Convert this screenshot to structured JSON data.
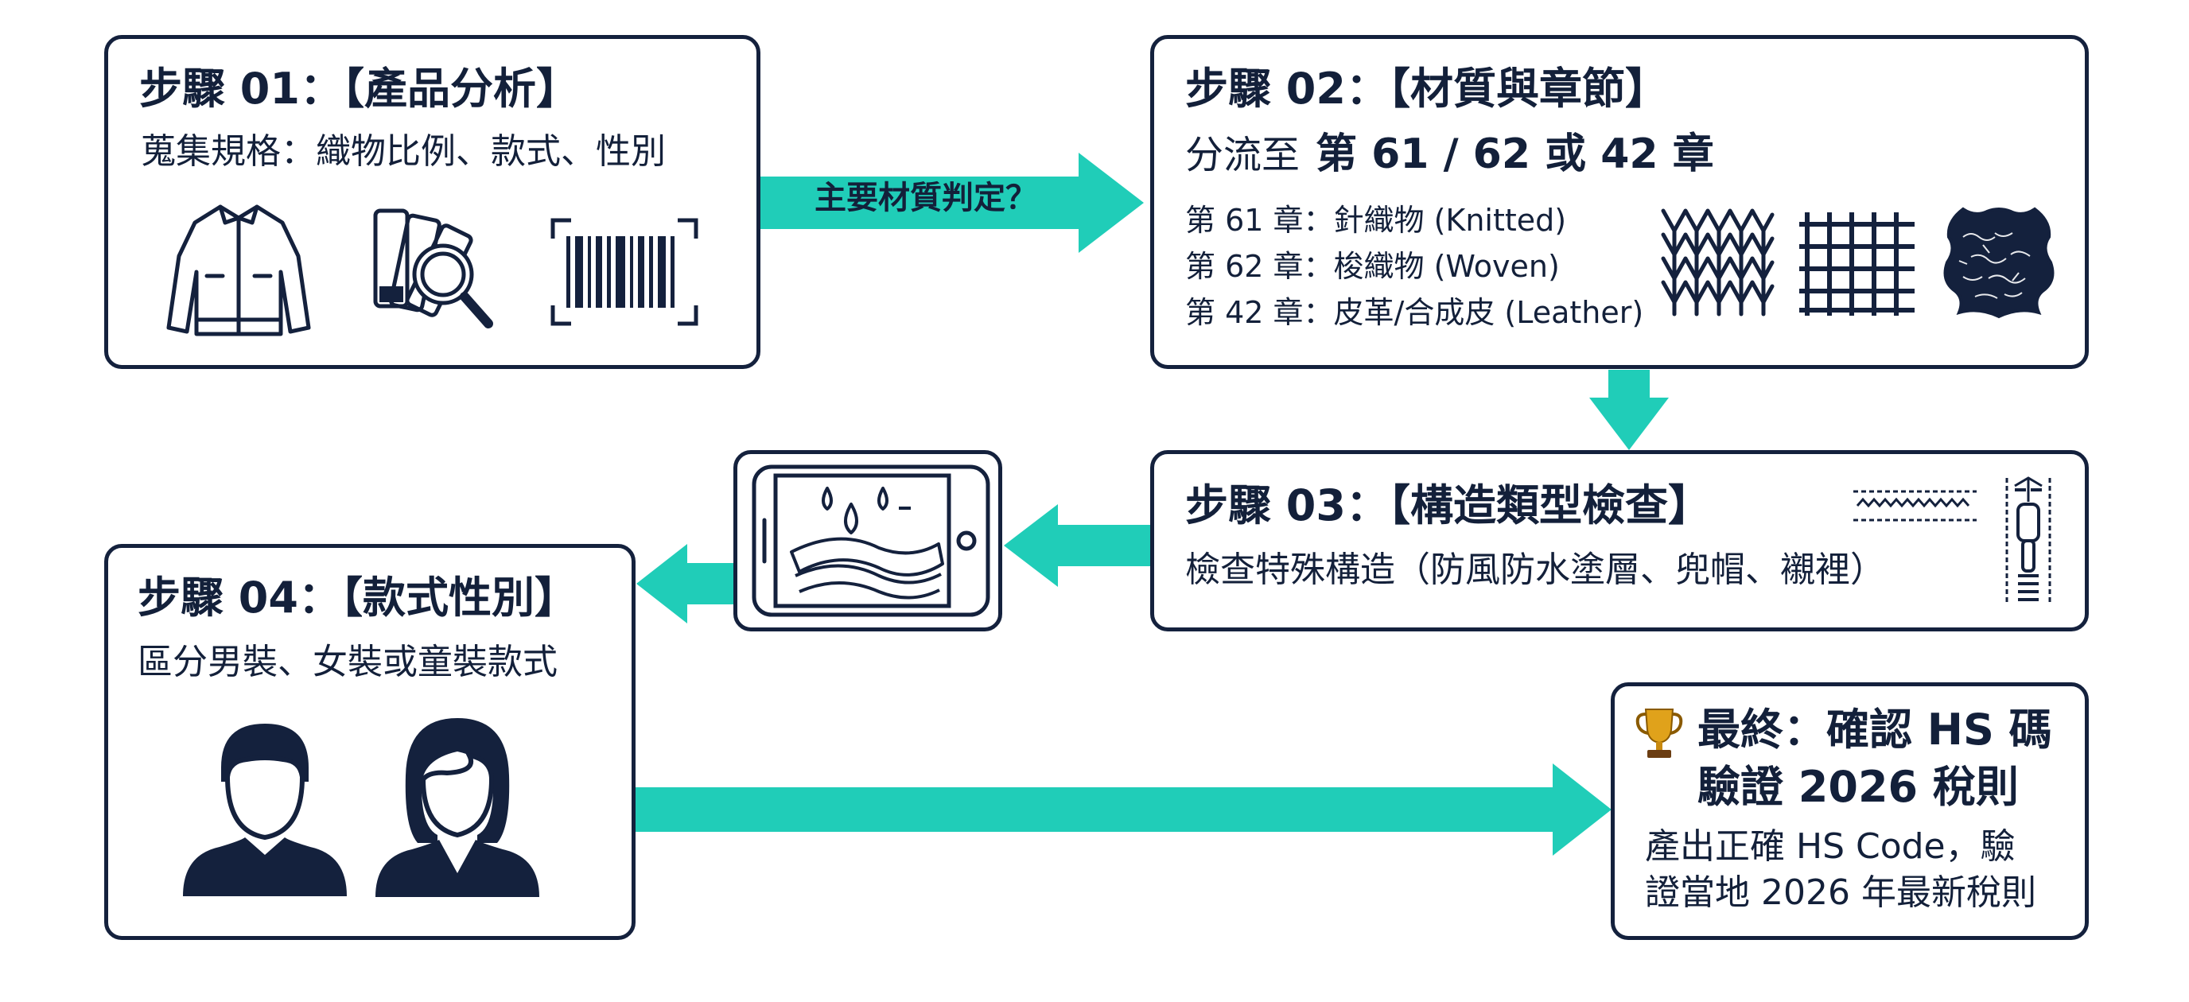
{
  "step1": {
    "title": "步驟 01：【產品分析】",
    "desc": "蒐集規格：織物比例、款式、性別",
    "icons": [
      "jacket-icon",
      "swatch-magnifier-icon",
      "barcode-icon"
    ]
  },
  "arrow1": {
    "label": "主要材質判定？"
  },
  "step2": {
    "title": "步驟 02：【材質與章節】",
    "subtitle_prefix": "分流至",
    "subtitle_main": "第 61 / 62 或 42 章",
    "chapters": [
      "第 61 章：針織物 (Knitted)",
      "第 62 章：梭織物 (Woven)",
      "第 42 章：皮革/合成皮 (Leather)"
    ],
    "icons": [
      "knit-fabric-icon",
      "woven-fabric-icon",
      "leather-icon"
    ]
  },
  "step3": {
    "title": "步驟 03：【構造類型檢查】",
    "desc": "檢查特殊構造（防風防水塗層、兜帽、襯裡）",
    "icons": [
      "zipper-icon"
    ]
  },
  "tablet": {
    "icon": "waterproof-tablet-icon"
  },
  "step4": {
    "title": "步驟 04：【款式性別】",
    "desc": "區分男裝、女裝或童裝款式",
    "icons": [
      "male-avatar-icon",
      "female-avatar-icon"
    ]
  },
  "final": {
    "title_line1": "最終：確認 HS 碼",
    "title_line2": "驗證 2026 稅則",
    "desc_line1": "產出正確 HS Code，驗",
    "desc_line2": "證當地 2026 年最新稅則",
    "icon": "trophy-icon"
  },
  "colors": {
    "arrow": "#20cdb8",
    "navy": "#14213d",
    "text": "#13203a"
  }
}
